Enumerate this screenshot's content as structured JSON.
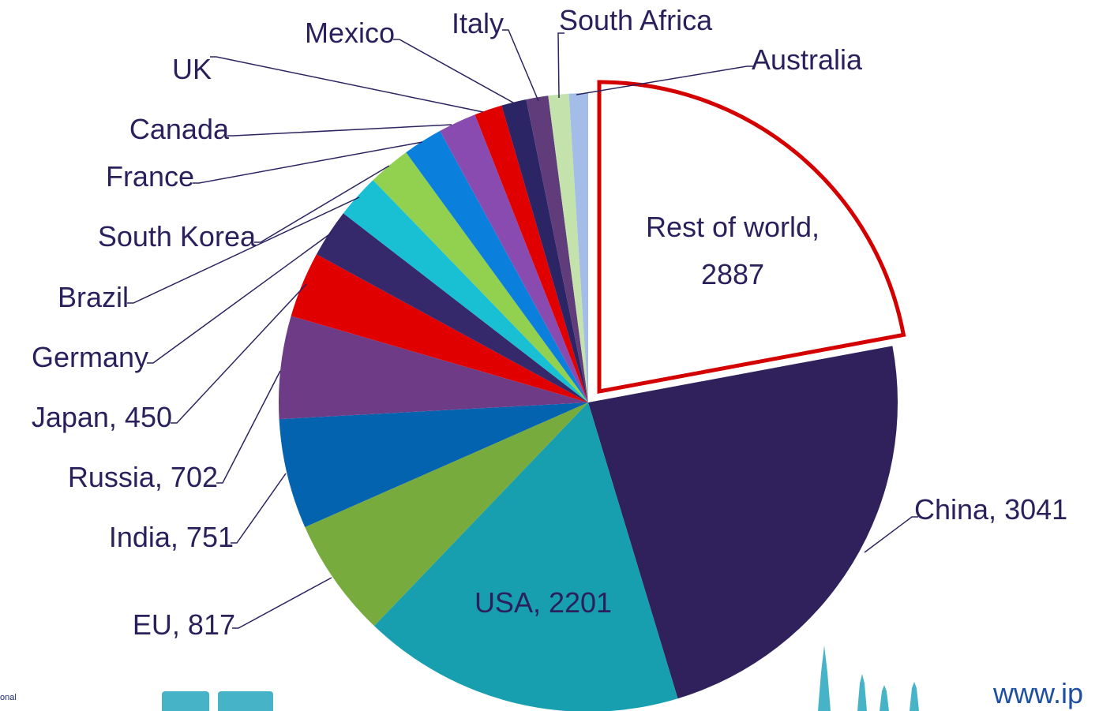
{
  "chart_data": {
    "type": "pie",
    "title": "",
    "colors": {
      "label_text": "#2b1f5c",
      "leader_line": "#2b2460",
      "highlight_outline": "#d40000",
      "skyline": "#46b4c6"
    },
    "slices": [
      {
        "label": "China, 3041",
        "name": "China",
        "value": 3041,
        "color": "#30205c",
        "label_inside": false
      },
      {
        "label": "USA, 2201",
        "name": "USA",
        "value": 2201,
        "color": "#179fb0",
        "label_inside": true
      },
      {
        "label": "EU, 817",
        "name": "EU",
        "value": 817,
        "color": "#78ab3d",
        "label_inside": false
      },
      {
        "label": "India, 751",
        "name": "India",
        "value": 751,
        "color": "#0463ae",
        "label_inside": false
      },
      {
        "label": "Russia, 702",
        "name": "Russia",
        "value": 702,
        "color": "#6e3c87",
        "label_inside": false
      },
      {
        "label": "Japan, 450",
        "name": "Japan",
        "value": 450,
        "color": "#e00000",
        "label_inside": false
      },
      {
        "label": "Germany",
        "name": "Germany",
        "value": 330,
        "color": "#36296b",
        "label_inside": false
      },
      {
        "label": "Brazil",
        "name": "Brazil",
        "value": 300,
        "color": "#19bfd2",
        "label_inside": false
      },
      {
        "label": "South Korea",
        "name": "South Korea",
        "value": 290,
        "color": "#92d050",
        "label_inside": false
      },
      {
        "label": "France",
        "name": "France",
        "value": 270,
        "color": "#0b7fdc",
        "label_inside": false
      },
      {
        "label": "Canada",
        "name": "Canada",
        "value": 260,
        "color": "#8a4bb0",
        "label_inside": false
      },
      {
        "label": "UK",
        "name": "UK",
        "value": 190,
        "color": "#e00000",
        "label_inside": false
      },
      {
        "label": "Mexico",
        "name": "Mexico",
        "value": 170,
        "color": "#2b2566",
        "label_inside": false
      },
      {
        "label": "Italy",
        "name": "Italy",
        "value": 150,
        "color": "#603d7a",
        "label_inside": false
      },
      {
        "label": "South Africa",
        "name": "South Africa",
        "value": 140,
        "color": "#c4e3ac",
        "label_inside": false
      },
      {
        "label": "Australia",
        "name": "Australia",
        "value": 130,
        "color": "#a3bde8",
        "label_inside": false
      },
      {
        "label": "Rest of world, 2887",
        "label_lines": [
          "Rest of world,",
          "2887"
        ],
        "name": "Rest of world",
        "value": 2887,
        "color": "#ffffff",
        "exploded": true,
        "label_inside": true
      }
    ]
  },
  "footer": {
    "logo_text": "onal",
    "url": "www.ip"
  }
}
